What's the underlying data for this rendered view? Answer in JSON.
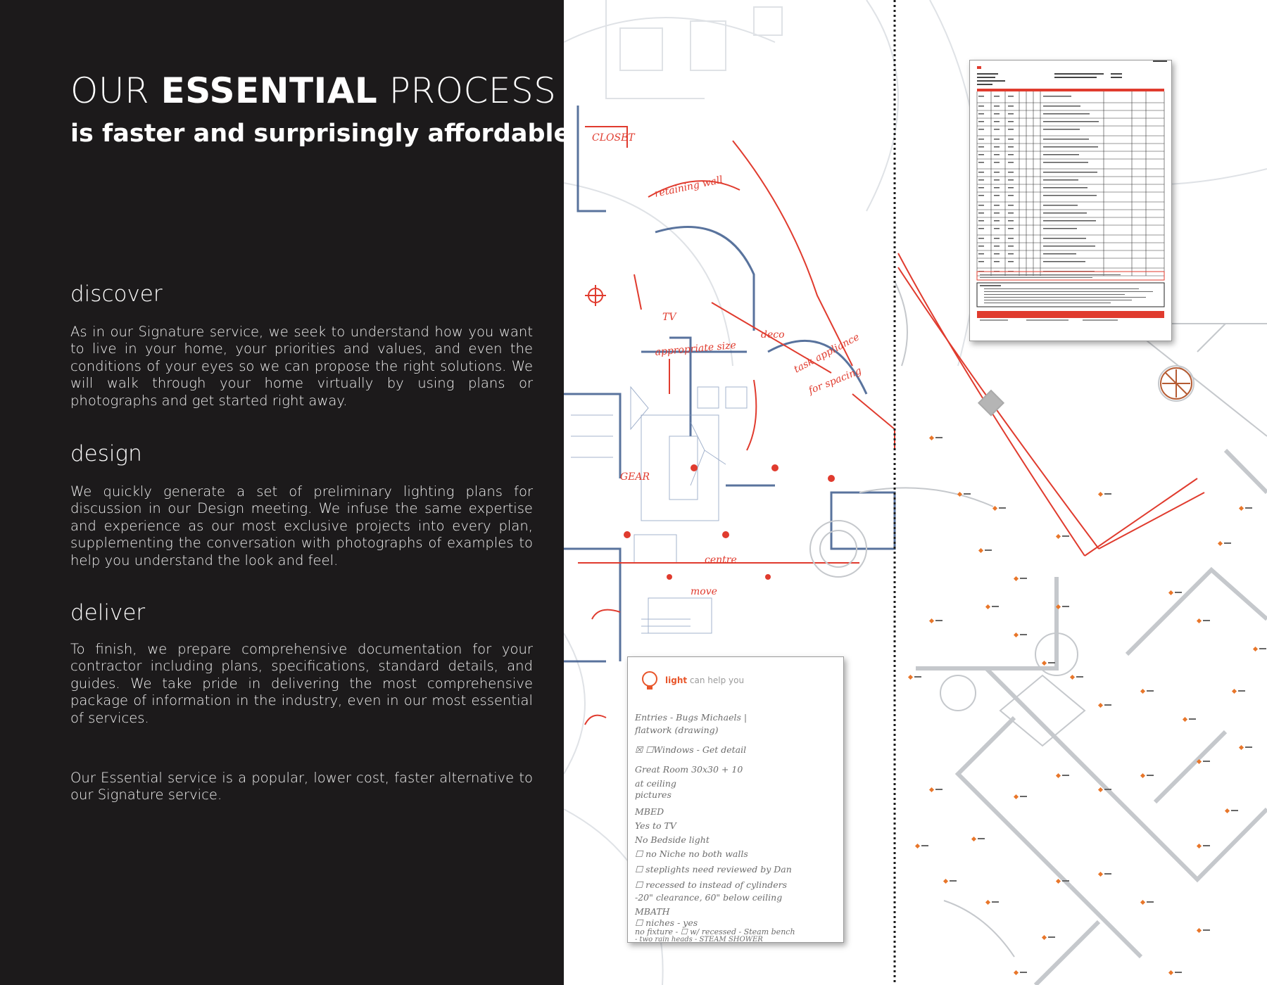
{
  "heading": {
    "prefix": "OUR ",
    "emphasis": "ESSENTIAL",
    "suffix": " PROCESS",
    "subtitle": "is faster and surprisingly affordable"
  },
  "sections": [
    {
      "title": "discover",
      "body": "As in our Signature service, we seek to understand how you want to live in your home, your priorities and values, and even the conditions of your eyes so we can propose the right solutions. We will walk through your home virtually by using plans or photographs and get started right away."
    },
    {
      "title": "design",
      "body": "We quickly generate a set of preliminary lighting plans for discussion in our Design meeting. We infuse the same expertise and experience as our most exclusive projects into every plan, supplementing the conversation with photographs of examples to help you understand the look and feel."
    },
    {
      "title": "deliver",
      "body": "To finish, we prepare comprehensive documentation for your contractor including plans, specifications, standard details, and guides. We take pride in delivering the most comprehensive package of information in the industry, even in our most essential of services."
    }
  ],
  "closing": "Our Essential service is a popular, lower cost, faster alternative to our Signature service.",
  "notes_doc": {
    "brand_light": "light",
    "brand_rest": " can help you",
    "lines": [
      "Entries - Bugs Michaels |",
      "    flatwork (drawing)",
      "☒ ☐Windows - Get detail",
      "Great Room  30x30 + 10",
      "   at ceiling",
      "   pictures",
      "MBED",
      "  Yes to TV",
      "  No Bedside light",
      "☐ no Niche no both walls",
      "☐ steplights need reviewed by Dan",
      "☐ recessed to instead of cylinders",
      "   -20\" clearance, 60\" below ceiling",
      "MBATH",
      "☐ niches - yes",
      "   no fixture - ☐ w/ recessed - Steam bench",
      "   - two rain heads - STEAM SHOWER"
    ]
  },
  "sketch_annotations": [
    "CLOSET",
    "retaining wall",
    "TV",
    "deco",
    "appropriate size",
    "task appliance",
    "for spacing",
    "GEAR",
    "centre",
    "move"
  ],
  "colors": {
    "left_bg": "#1c1a1b",
    "accent_red": "#e03b2e",
    "sketch_blue": "#3c5a8c",
    "plan_gray": "#c5c8cc",
    "fixture_orange": "#e8762a"
  }
}
